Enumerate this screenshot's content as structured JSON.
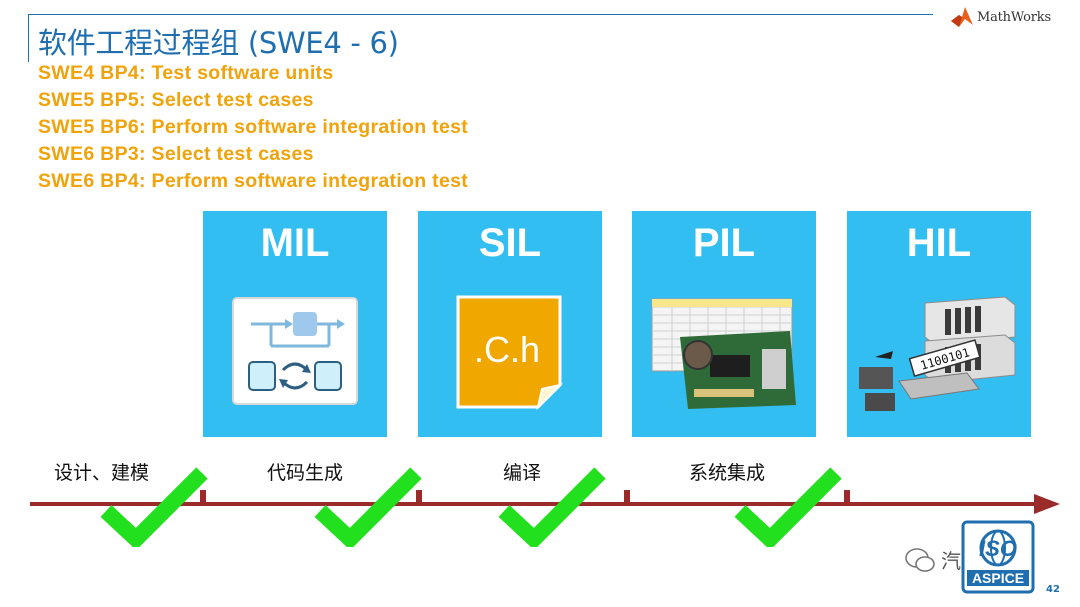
{
  "header": {
    "logo_text": "MathWorks",
    "title": "软件工程过程组 (SWE4 - 6)",
    "accent_color": "#1f6fb0"
  },
  "base_practices": [
    "SWE4 BP4: Test software units",
    "SWE5 BP5: Select test cases",
    "SWE5 BP6: Perform software integration test",
    "SWE6 BP3: Select test cases",
    "SWE6 BP4: Perform software integration test"
  ],
  "bp_color": "#f0a30a",
  "stages": [
    {
      "label": "MIL",
      "icon": "model-block-diagram-icon"
    },
    {
      "label": "SIL",
      "icon": "c-source-file-icon",
      "icon_text": ".C.h"
    },
    {
      "label": "PIL",
      "icon": "processor-board-icon"
    },
    {
      "label": "HIL",
      "icon": "hil-test-rack-icon",
      "icon_text": "1100101"
    }
  ],
  "stage_color": "#33bef2",
  "phases": [
    "设计、建模",
    "代码生成",
    "编译",
    "系统集成"
  ],
  "timeline_color": "#9b2a2a",
  "check_color": "#22e01e",
  "badge": {
    "top": "ISO",
    "bottom": "ASPICE"
  },
  "watermark": "汽车技研",
  "page_number": "42"
}
